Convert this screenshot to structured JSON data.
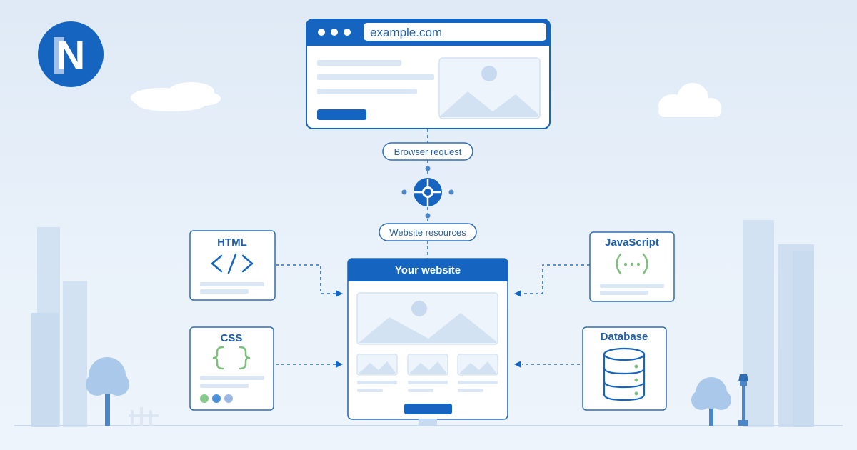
{
  "logo": {
    "letter": "N"
  },
  "browser": {
    "url": "example.com"
  },
  "flow": {
    "request_label": "Browser request",
    "resources_label": "Website resources"
  },
  "website": {
    "title": "Your website"
  },
  "cards": {
    "html": {
      "title": "HTML",
      "glyph": "</>"
    },
    "css": {
      "title": "CSS",
      "glyph": "{ }",
      "swatches": [
        "#86c98a",
        "#4a90d9",
        "#9bb8e3"
      ]
    },
    "javascript": {
      "title": "JavaScript",
      "glyph": "(···)"
    },
    "database": {
      "title": "Database"
    }
  },
  "colors": {
    "primary": "#1565c0",
    "accent_green": "#7cbf7a",
    "line": "#dbe7f5"
  }
}
